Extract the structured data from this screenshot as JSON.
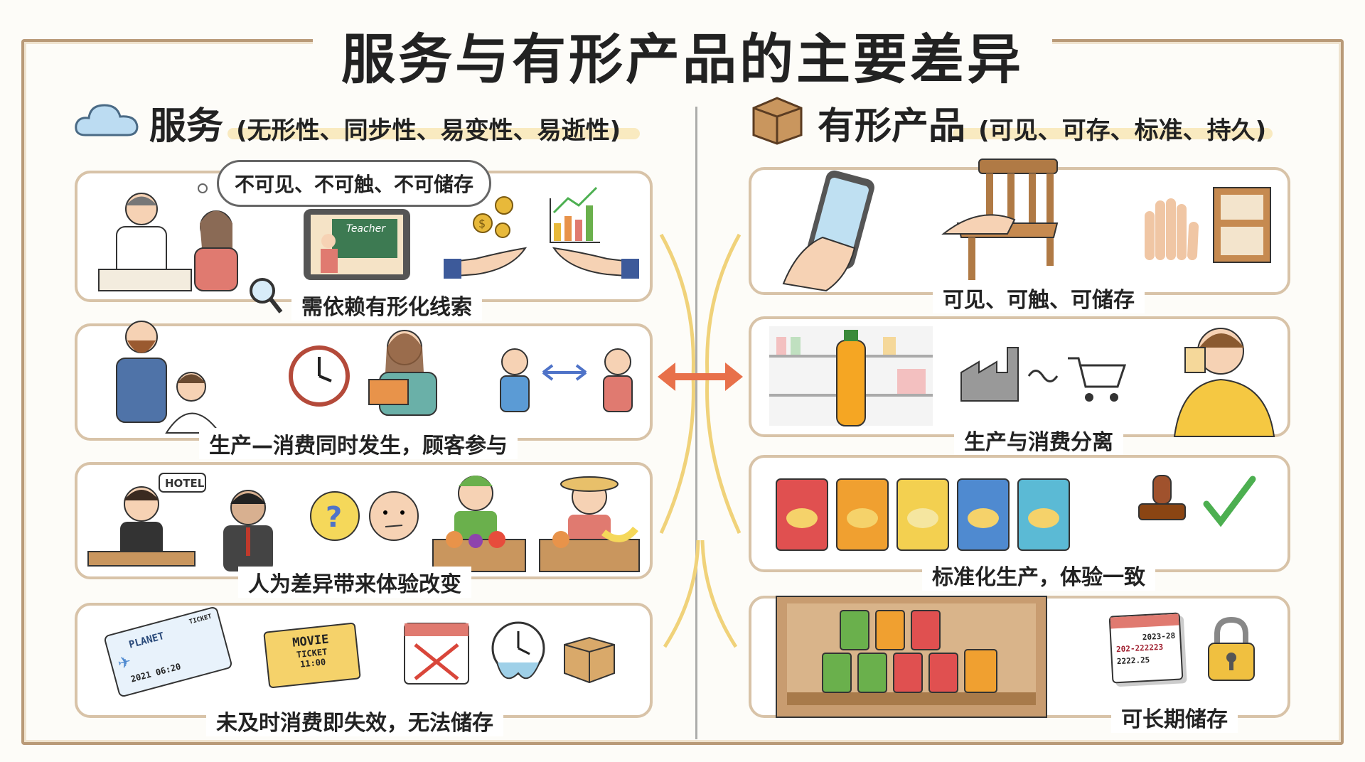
{
  "title": "服务与有形产品的主要差异",
  "services": {
    "heading": "服务",
    "subheading": "(无形性、同步性、易变性、易逝性)",
    "icon": "cloud-icon",
    "rows": [
      {
        "bubble": "不可见、不可触、不可储存",
        "caption": "需依赖有形化线索",
        "tablet_text": "Teacher"
      },
      {
        "caption": "生产—消费同时发生，顾客参与"
      },
      {
        "caption": "人为差异带来体验改变",
        "sign": "HOTEL"
      },
      {
        "caption": "未及时消费即失效，无法储存",
        "plane_ticket": {
          "airline": "PLANET",
          "label": "TICKET",
          "date": "2021 06:20"
        },
        "movie_ticket": {
          "line1": "MOVIE",
          "line2": "TICKET",
          "time": "11:00"
        }
      }
    ]
  },
  "products": {
    "heading": "有形产品",
    "subheading": "(可见、可存、标准、持久)",
    "icon": "box-icon",
    "rows": [
      {
        "caption": "可见、可触、可储存"
      },
      {
        "caption": "生产与消费分离"
      },
      {
        "caption": "标准化生产，体验一致"
      },
      {
        "caption": "可长期储存",
        "calendar": [
          "2023-28",
          "202-222223",
          "2222.25"
        ]
      }
    ]
  },
  "colors": {
    "frame": "#b99a78",
    "panel_border": "#d8c3a8",
    "highlight": "#f6e3a8",
    "arrow": "#e8704a",
    "curve": "#f0d27a"
  }
}
